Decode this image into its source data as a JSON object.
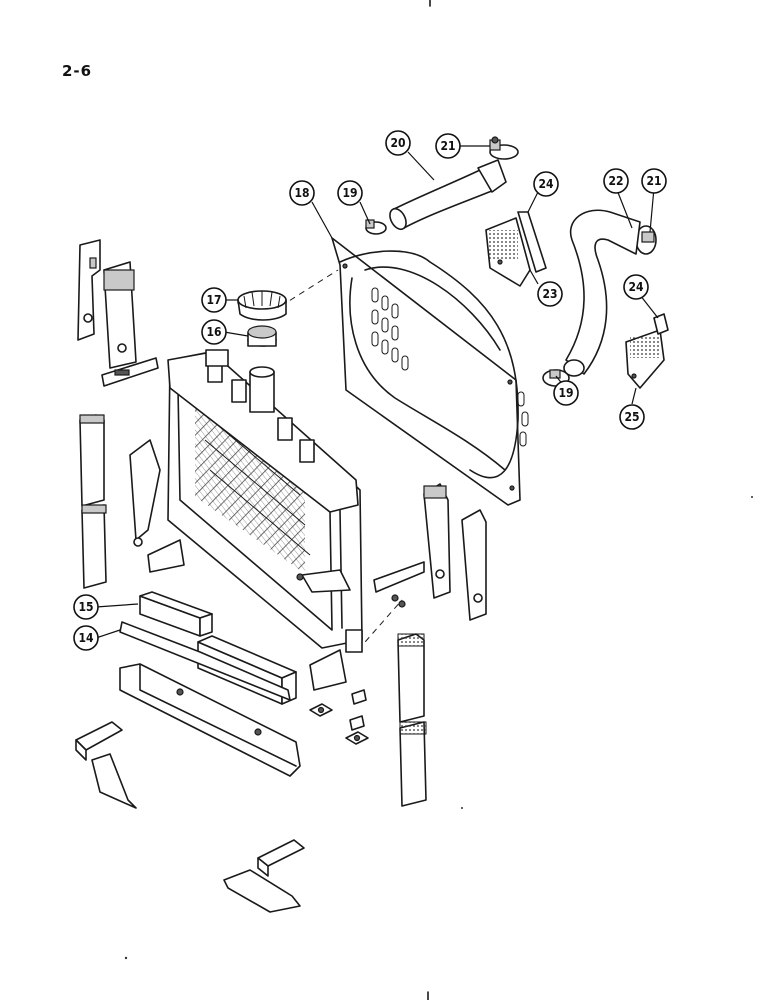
{
  "page": {
    "number": "2-6"
  },
  "callouts": [
    {
      "id": "c14",
      "label": "14"
    },
    {
      "id": "c15",
      "label": "15"
    },
    {
      "id": "c16",
      "label": "16"
    },
    {
      "id": "c17",
      "label": "17"
    },
    {
      "id": "c18",
      "label": "18"
    },
    {
      "id": "c19a",
      "label": "19"
    },
    {
      "id": "c19b",
      "label": "19"
    },
    {
      "id": "c20",
      "label": "20"
    },
    {
      "id": "c21a",
      "label": "21"
    },
    {
      "id": "c21b",
      "label": "21"
    },
    {
      "id": "c22",
      "label": "22"
    },
    {
      "id": "c23",
      "label": "23"
    },
    {
      "id": "c24a",
      "label": "24"
    },
    {
      "id": "c24b",
      "label": "24"
    },
    {
      "id": "c25",
      "label": "25"
    }
  ]
}
